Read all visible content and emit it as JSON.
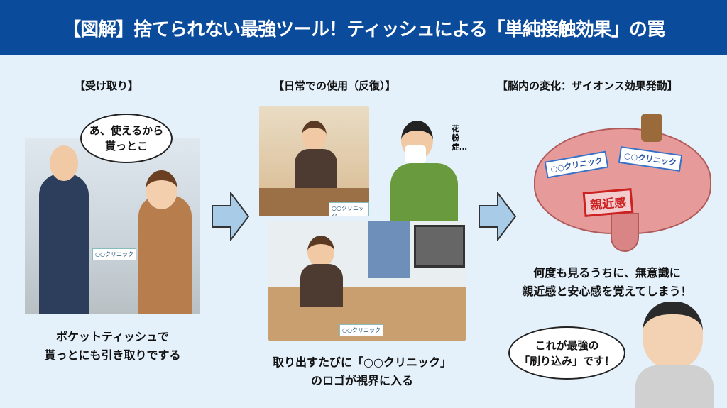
{
  "header": {
    "title": "【図解】捨てられない最強ツール！ティッシュによる「単純接触効果」の罠"
  },
  "sections": [
    {
      "title": "【受け取り】",
      "bubble": [
        "あ、使えるから",
        "貰っとこ"
      ],
      "caption": [
        "ポケットティッシュで",
        "貰っとにも引き取りでする"
      ],
      "tissue_label": "○○クリニック"
    },
    {
      "title": "【日常での使用（反復）】",
      "sneeze_text": "花粉症…",
      "tissue_label": "○○クリニック",
      "caption": [
        "取り出すたびに「○○クリニック」",
        "のロゴが視界に入る"
      ]
    },
    {
      "title": "【脳内の変化：ザイオンス効果発動】",
      "brain_labels": [
        "○○クリニック",
        "○○クリニック"
      ],
      "stamp": "親近感",
      "caption": [
        "何度も見るうちに、無意識に",
        "親近感と安心感を覚えてしまう！"
      ]
    }
  ],
  "presenter": {
    "bubble": [
      "これが最強の",
      "「刷り込み」です！"
    ]
  }
}
